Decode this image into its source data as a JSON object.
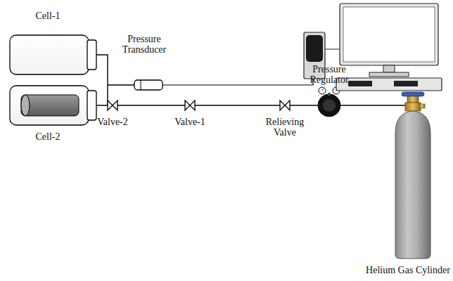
{
  "diagram": {
    "labels": [
      "Cell-1",
      "Pressure Transducer",
      "Cell-2",
      "Valve-2",
      "Valve-1",
      "Relieving Valve",
      "Pressure Regulator",
      "Helium Gas Cylinder"
    ]
  }
}
